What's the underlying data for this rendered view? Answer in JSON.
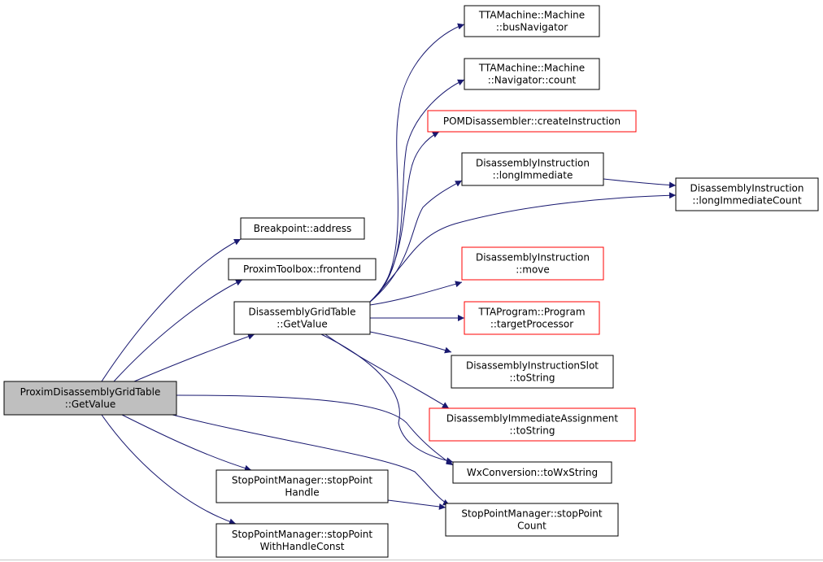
{
  "colors": {
    "edge": "#191970",
    "node_border": "#000000",
    "node_border_incomplete": "#ff0000",
    "root_fill": "#bfbfbf",
    "node_fill": "#ffffff"
  },
  "nodes": [
    {
      "id": "root",
      "lines": [
        "ProximDisassemblyGridTable",
        "::GetValue"
      ],
      "style": "root"
    },
    {
      "id": "bp_address",
      "lines": [
        "Breakpoint::address"
      ],
      "style": "normal"
    },
    {
      "id": "toolbox_frontend",
      "lines": [
        "ProximToolbox::frontend"
      ],
      "style": "normal"
    },
    {
      "id": "grid_getvalue",
      "lines": [
        "DisassemblyGridTable",
        "::GetValue"
      ],
      "style": "normal"
    },
    {
      "id": "spm_handle",
      "lines": [
        "StopPointManager::stopPoint",
        "Handle"
      ],
      "style": "normal"
    },
    {
      "id": "spm_withhandle",
      "lines": [
        "StopPointManager::stopPoint",
        "WithHandleConst"
      ],
      "style": "normal"
    },
    {
      "id": "bus_nav",
      "lines": [
        "TTAMachine::Machine",
        "::busNavigator"
      ],
      "style": "normal"
    },
    {
      "id": "nav_count",
      "lines": [
        "TTAMachine::Machine",
        "::Navigator::count"
      ],
      "style": "normal"
    },
    {
      "id": "pom_create",
      "lines": [
        "POMDisassembler::createInstruction"
      ],
      "style": "incomplete"
    },
    {
      "id": "di_longimm",
      "lines": [
        "DisassemblyInstruction",
        "::longImmediate"
      ],
      "style": "normal"
    },
    {
      "id": "di_move",
      "lines": [
        "DisassemblyInstruction",
        "::move"
      ],
      "style": "incomplete"
    },
    {
      "id": "prog_target",
      "lines": [
        "TTAProgram::Program",
        "::targetProcessor"
      ],
      "style": "incomplete"
    },
    {
      "id": "dis_slot",
      "lines": [
        "DisassemblyInstructionSlot",
        "::toString"
      ],
      "style": "normal"
    },
    {
      "id": "dia_tostring",
      "lines": [
        "DisassemblyImmediateAssignment",
        "::toString"
      ],
      "style": "incomplete"
    },
    {
      "id": "wx_tostring",
      "lines": [
        "WxConversion::toWxString"
      ],
      "style": "normal"
    },
    {
      "id": "spm_count",
      "lines": [
        "StopPointManager::stopPoint",
        "Count"
      ],
      "style": "normal"
    },
    {
      "id": "di_longimmcount",
      "lines": [
        "DisassemblyInstruction",
        "::longImmediateCount"
      ],
      "style": "normal"
    }
  ],
  "edges": [
    {
      "from": "root",
      "to": "bp_address"
    },
    {
      "from": "root",
      "to": "toolbox_frontend"
    },
    {
      "from": "root",
      "to": "grid_getvalue"
    },
    {
      "from": "root",
      "to": "spm_handle"
    },
    {
      "from": "root",
      "to": "spm_withhandle"
    },
    {
      "from": "root",
      "to": "wx_tostring"
    },
    {
      "from": "root",
      "to": "spm_count"
    },
    {
      "from": "grid_getvalue",
      "to": "bus_nav"
    },
    {
      "from": "grid_getvalue",
      "to": "nav_count"
    },
    {
      "from": "grid_getvalue",
      "to": "pom_create"
    },
    {
      "from": "grid_getvalue",
      "to": "di_longimm"
    },
    {
      "from": "grid_getvalue",
      "to": "di_longimmcount"
    },
    {
      "from": "grid_getvalue",
      "to": "di_move"
    },
    {
      "from": "grid_getvalue",
      "to": "prog_target"
    },
    {
      "from": "grid_getvalue",
      "to": "dis_slot"
    },
    {
      "from": "grid_getvalue",
      "to": "dia_tostring"
    },
    {
      "from": "grid_getvalue",
      "to": "wx_tostring"
    },
    {
      "from": "di_longimm",
      "to": "di_longimmcount"
    },
    {
      "from": "spm_handle",
      "to": "spm_count"
    }
  ]
}
